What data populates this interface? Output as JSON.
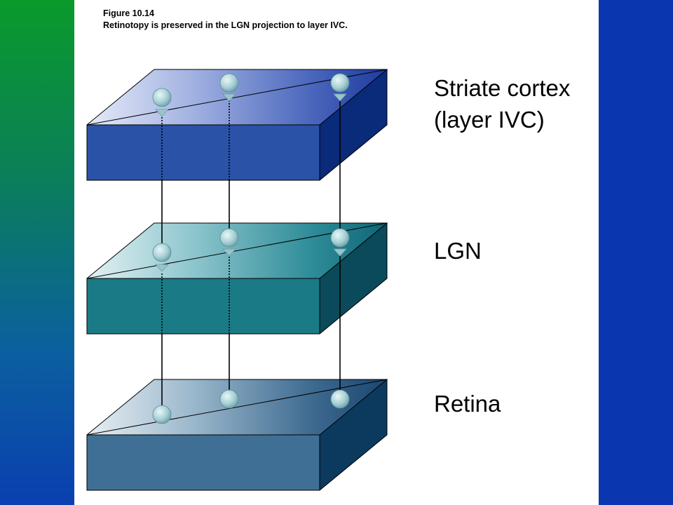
{
  "figure": {
    "label": "Figure 10.14",
    "caption": "Retinotopy is preserved in the LGN projection to layer IVC."
  },
  "layers": [
    {
      "name_line1": "Striate cortex",
      "name_line2": "(layer IVC)",
      "front_color": "#2a52a6",
      "side_color": "#0a2a7a"
    },
    {
      "name_line1": "LGN",
      "front_color": "#1a7a86",
      "side_color": "#0a4a5a"
    },
    {
      "name_line1": "Retina",
      "front_color": "#3f6f94",
      "side_color": "#0c3a5e"
    }
  ],
  "colors": {
    "left_band_top": "#0a9a2a",
    "left_band_bottom": "#0a3fb0",
    "right_band": "#0a36b0",
    "neuron": "#9fcdd2"
  }
}
